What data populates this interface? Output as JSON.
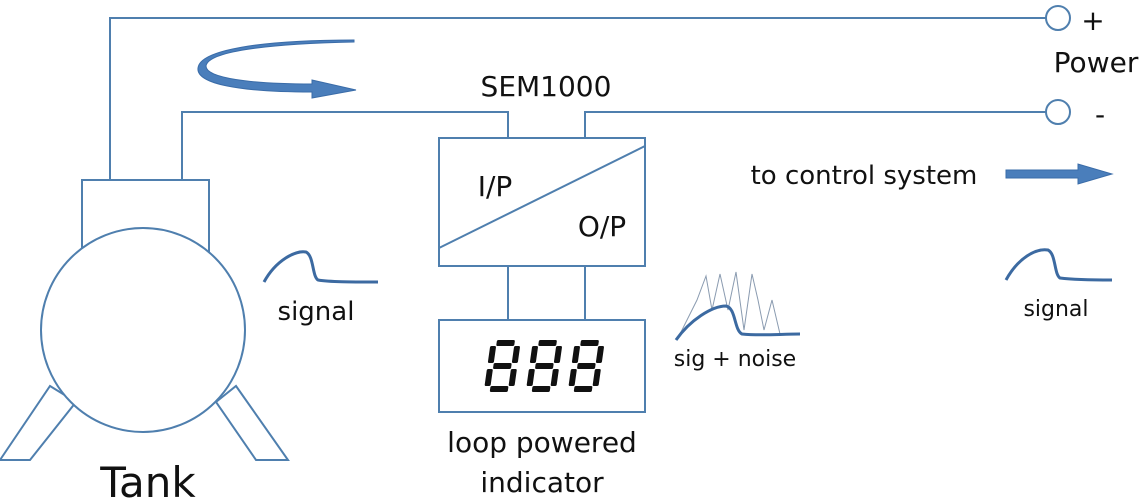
{
  "power": {
    "plus": "+",
    "label": "Power",
    "minus": "-"
  },
  "converter": {
    "title": "SEM1000",
    "input_label": "I/P",
    "output_label": "O/P"
  },
  "indicator": {
    "display": "888",
    "label_line1": "loop powered",
    "label_line2": "indicator"
  },
  "tank": {
    "label": "Tank"
  },
  "signals": {
    "tank_signal": "signal",
    "noisy_signal": "sig + noise",
    "output_signal": "signal"
  },
  "output": {
    "label": "to control system"
  },
  "colors": {
    "wire": "#4f7fae",
    "arrow": "#4a7ebb",
    "text": "#111111"
  }
}
